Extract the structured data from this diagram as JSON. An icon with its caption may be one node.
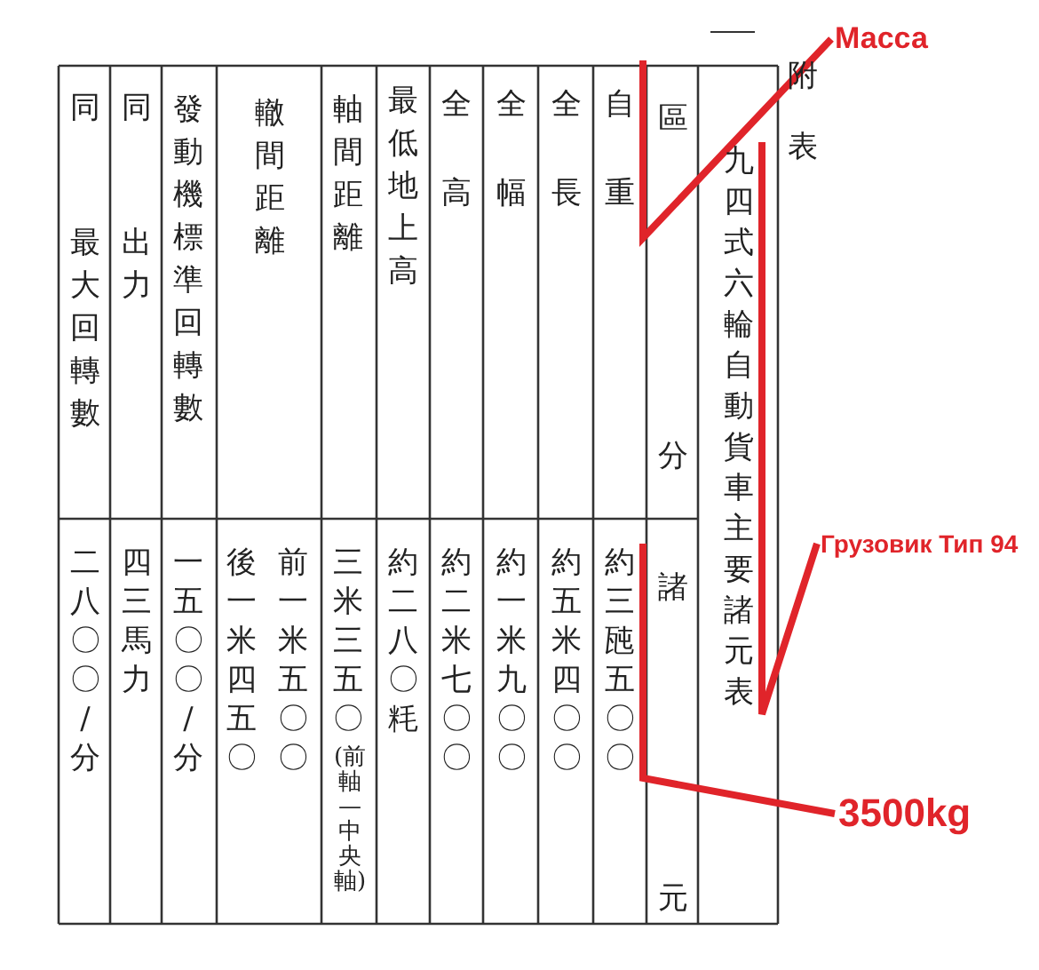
{
  "diagram": {
    "nodes": [
      {
        "text": [
          "Масса"
        ]
      },
      {
        "text": [
          "自重"
        ]
      },
      {
        "text": [
          "Грузовик Тип 94"
        ]
      },
      {
        "text": [
          "九四式六輪自動貨車主要諸元表"
        ]
      },
      {
        "text": [
          "3500kg"
        ]
      },
      {
        "text": [
          "約三瓲五〇〇"
        ]
      }
    ],
    "edges": [
      {
        "from": 0,
        "to": 1,
        "arrow": "none"
      },
      {
        "from": 2,
        "to": 3,
        "arrow": "none"
      },
      {
        "from": 4,
        "to": 5,
        "arrow": "none"
      }
    ],
    "labels": [
      "附表",
      "區分",
      "全長",
      "全幅",
      "全高",
      "最低地上高",
      "軸間距離",
      "轍間距離",
      "發動機標準回轉數",
      "同",
      "出力",
      "同",
      "最大回轉數",
      "諸元",
      "約五米四〇〇",
      "約一米九〇〇",
      "約二米七〇〇",
      "約二八〇粍",
      "三米三五〇",
      "(前軸—中央軸)",
      "前一米五〇〇",
      "後一米四五〇",
      "一五〇〇/分",
      "四三馬力",
      "二八〇〇/分"
    ]
  }
}
